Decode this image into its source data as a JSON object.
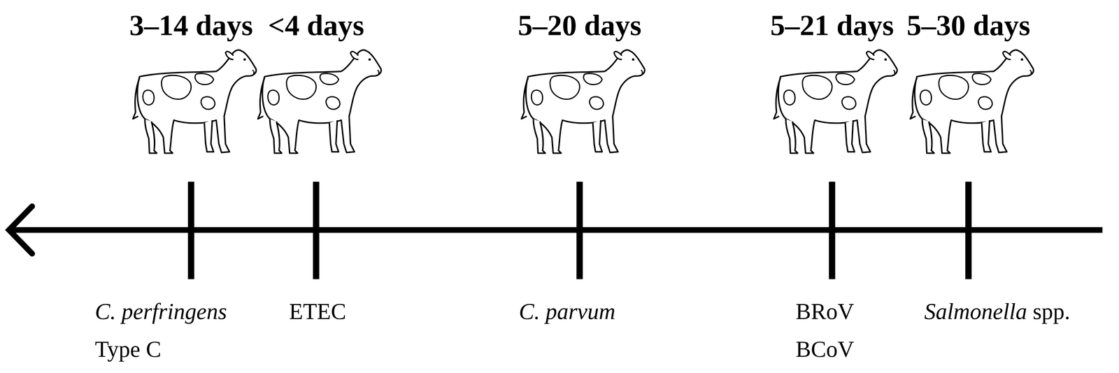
{
  "diagram": {
    "labels": [
      "3–14 days",
      "<4 days",
      "5–20 days",
      "5–21 days",
      "5–30 days",
      "C. perfringens",
      "Type C",
      "ETEC",
      "C. parvum",
      "BRoV",
      "BCoV",
      "Salmonella spp."
    ]
  }
}
